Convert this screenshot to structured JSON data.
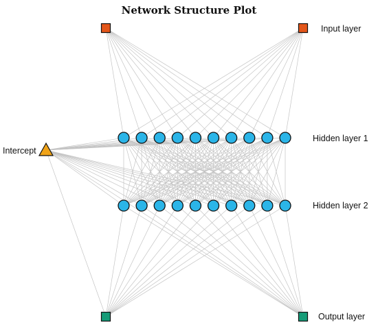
{
  "title": "Network Structure Plot",
  "labels": {
    "input": "Input layer",
    "hidden1": "Hidden layer 1",
    "hidden2": "Hidden layer 2",
    "output": "Output layer",
    "intercept": "Intercept"
  },
  "layers": {
    "input_count": 2,
    "hidden1_count": 10,
    "hidden2_count": 10,
    "output_count": 2
  },
  "colors": {
    "input": "#e3561a",
    "hidden": "#2bb5e8",
    "output": "#169c78",
    "intercept": "#f0a318",
    "edge": "#c4c4c4",
    "stroke": "#111111"
  }
}
